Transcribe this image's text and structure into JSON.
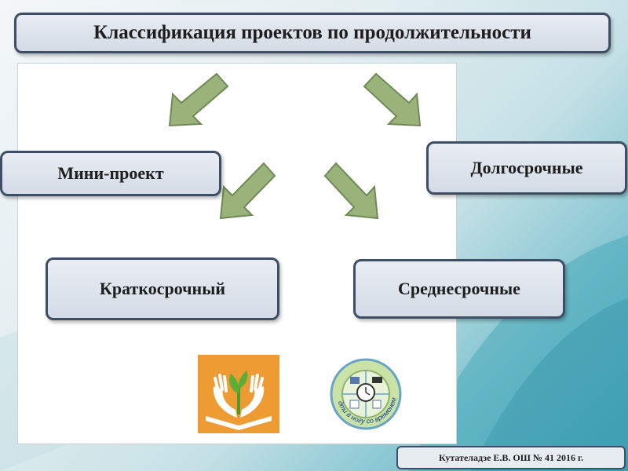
{
  "title": "Классификация проектов по продолжительности",
  "nodes": {
    "mini": "Мини-проект",
    "long": "Долгосрочные",
    "short": "Краткосрочный",
    "mid": "Среднесрочные"
  },
  "logo2_text": "идти в ногу со временем",
  "credit": "Кутателадзе Е.В. ОШ № 41 2016 г.",
  "colors": {
    "arrow_fill": "#9ab37a",
    "arrow_stroke": "#6f8a55",
    "box_border": "#3e4e64",
    "logo1_bg": "#ef9b34"
  }
}
